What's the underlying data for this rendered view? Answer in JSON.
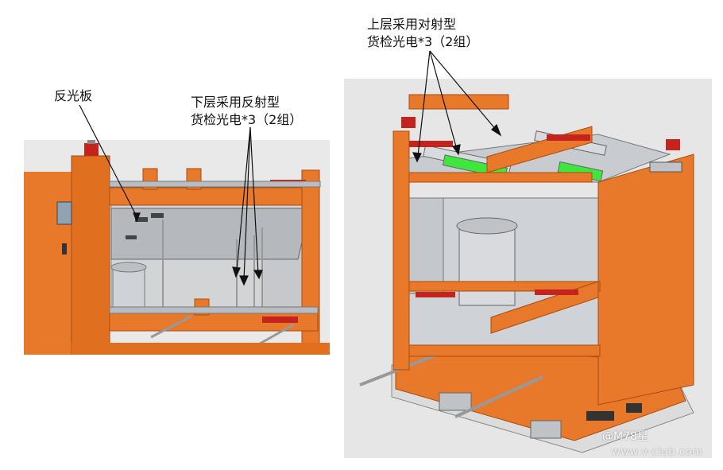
{
  "labels": {
    "reflector": "反光板",
    "lower_line1": "下层采用反射型",
    "lower_line2": "货检光电*3（2组）",
    "upper_line1": "上层采用对射型",
    "upper_line2": "货检光电*3（2组）"
  },
  "watermark": {
    "handle": "@M78星",
    "site": "www.v-club.com"
  },
  "colors": {
    "frame_orange": "#e8782a",
    "frame_dark": "#b85414",
    "steel_gray": "#b9bcc0",
    "roller_green": "#3ee63e",
    "sensor_red": "#c4241c",
    "leader_black": "#111111"
  }
}
